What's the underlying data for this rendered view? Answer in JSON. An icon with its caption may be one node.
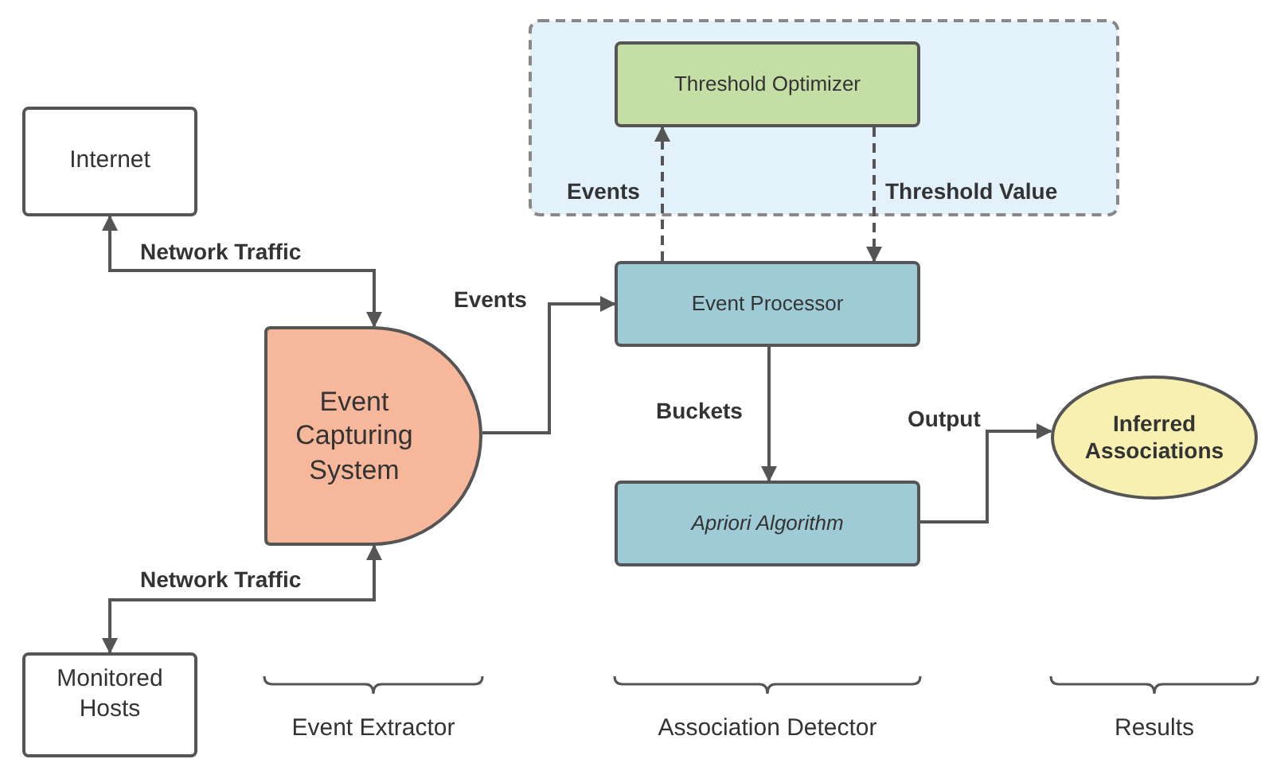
{
  "diagram": {
    "nodes": [
      {
        "text": [
          "Internet"
        ]
      },
      {
        "text": [],
        "shape": "box"
      },
      {
        "text": [
          "Threshold Optimizer"
        ],
        "in": 1
      },
      {
        "text": [
          "Event Capturing System"
        ]
      },
      {
        "text": [
          "Event Processor"
        ]
      },
      {
        "text": [
          "Apriori Algorithm"
        ]
      },
      {
        "text": [
          "Inferred Associations"
        ]
      },
      {
        "text": [
          "Monitored Hosts"
        ]
      }
    ],
    "edges": [
      {
        "from": 0,
        "to": 3,
        "arrow": "both",
        "label": "Network Traffic"
      },
      {
        "from": 3,
        "to": 7,
        "arrow": "both",
        "label": "Network Traffic"
      },
      {
        "from": 3,
        "to": 4,
        "arrow": "to",
        "label": "Events"
      },
      {
        "from": 4,
        "to": 2,
        "arrow": "to",
        "label": "Events",
        "style": "dashed"
      },
      {
        "from": 2,
        "to": 4,
        "arrow": "to",
        "label": "Threshold Value",
        "style": "dashed"
      },
      {
        "from": 4,
        "to": 5,
        "arrow": "to",
        "label": "Buckets"
      },
      {
        "from": 5,
        "to": 6,
        "arrow": "to",
        "label": "Output"
      }
    ],
    "labels": [
      "Event Extractor",
      "Association Detector",
      "Results"
    ]
  }
}
